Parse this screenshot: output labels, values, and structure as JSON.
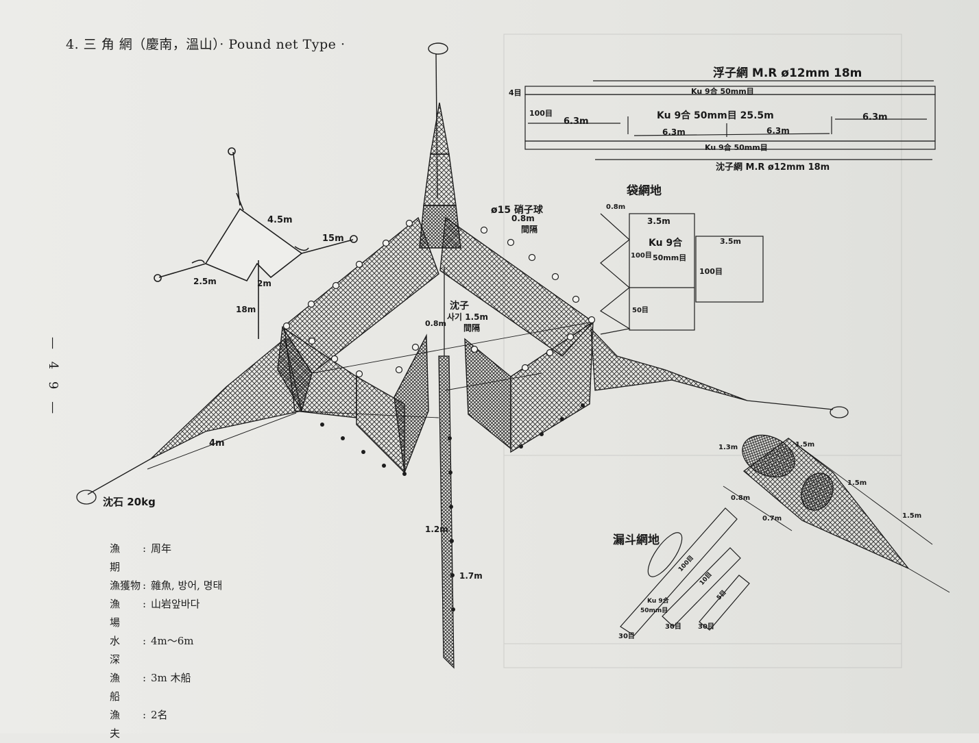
{
  "header": {
    "title": "4. 三  角  網（慶南，溫山）· Pound net Type ·"
  },
  "page_number": "— 4 9 —",
  "main_diagram": {
    "dimensions": {
      "wing_length": "4m",
      "ring_gap": "0.8m",
      "mesh_spacing": "1.5m",
      "leader_top": "1.2m",
      "leader_bottom": "1.7m"
    },
    "float_label": "ø15 硝子球",
    "float_spacing": "0.8m",
    "float_note": "間隔",
    "sinker_label": "沈子",
    "sinker_spacing": "사기 1.5m",
    "sinker_note": "間隔",
    "anchor_label": "沈石 20kg"
  },
  "plan_view": {
    "d1": "4.5m",
    "d2": "15m",
    "d3": "2.5m",
    "d4": "2m",
    "d5": "18m"
  },
  "float_net": {
    "title": "浮子網  M.R ø12mm 18m",
    "mesh_left": "4目",
    "row1": "Ku 9合 50mm目",
    "mesh_mid": "100目",
    "row2": "Ku 9合 50mm目 25.5m",
    "seg_left": "6.3m",
    "seg_right": "6.3m",
    "seg_inner_left": "6.3m",
    "seg_inner_right": "6.3m",
    "row3": "Ku 9合 50mm目",
    "bottom": "沈子網  M.R ø12mm 18m"
  },
  "bag_net": {
    "title": "袋網地",
    "w1": "0.8m",
    "w2": "3.5m",
    "material": "Ku 9合",
    "mesh": "50mm目",
    "mesh_count1": "100目",
    "mesh_count2": "50目",
    "w3": "3.5m",
    "mesh_count3": "100目"
  },
  "funnel": {
    "d_ring": "1.3m",
    "l1": "1.5m",
    "l2": "1.5m",
    "l3": "1.5m",
    "g1": "0.8m",
    "g2": "0.7m"
  },
  "funnel_net": {
    "title": "漏斗網地",
    "s1": "100目",
    "s2": "10目",
    "s3": "5目",
    "material": "Ku 9合",
    "mesh": "50mm目",
    "b1": "30目",
    "b2": "30目",
    "b3": "30目"
  },
  "fishery_info": {
    "rows": [
      {
        "key": "漁  期",
        "value": "周年"
      },
      {
        "key": "漁獲物",
        "value": "雜魚, 방어, 명태"
      },
      {
        "key": "漁  場",
        "value": "山岩앞바다"
      },
      {
        "key": "水  深",
        "value": "4m～6m"
      },
      {
        "key": "漁  船",
        "value": "3m 木船"
      },
      {
        "key": "漁  夫",
        "value": "2名"
      }
    ]
  },
  "colors": {
    "ink": "#1d1d1d",
    "paper": "#e9e9e6"
  }
}
